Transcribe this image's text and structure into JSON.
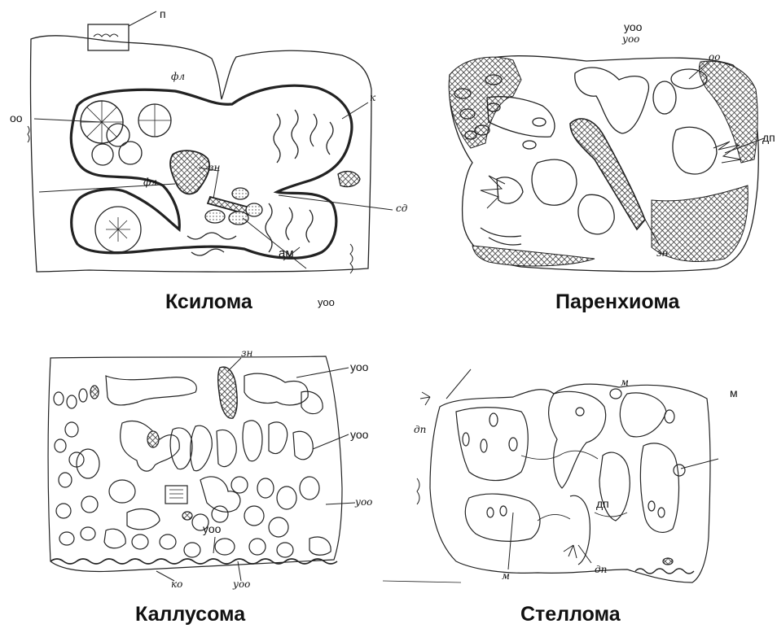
{
  "panels": {
    "xyloma": {
      "title": "Ксилома",
      "labels": {
        "p": "п",
        "fl_top": "фл",
        "oo": "оо",
        "k": "к",
        "zn": "зн",
        "fl_left": "фл",
        "sd": "сд",
        "am": "ам",
        "uoo_bottom": "уоо"
      }
    },
    "parenchyoma": {
      "title": "Паренхиома",
      "labels": {
        "uoo_top": "уоо",
        "uoo_hand": "уоо",
        "oo": "оо",
        "dp": "дп",
        "zn": "зн"
      }
    },
    "callusoma": {
      "title": "Каллусома",
      "labels": {
        "zn": "зн",
        "uoo_1": "уоо",
        "uoo_2": "уоо",
        "uoo_hand_right": "уоо",
        "uoo_3": "уоо",
        "ko": "ко",
        "uoo_hand_bottom": "уоо"
      }
    },
    "stelloma": {
      "title": "Стеллома",
      "labels": {
        "m_outer": "м",
        "m_top": "м",
        "dp_left": "дп",
        "dp_mid": "дп",
        "dp_bottom": "дп",
        "m_bottom": "м"
      }
    }
  }
}
